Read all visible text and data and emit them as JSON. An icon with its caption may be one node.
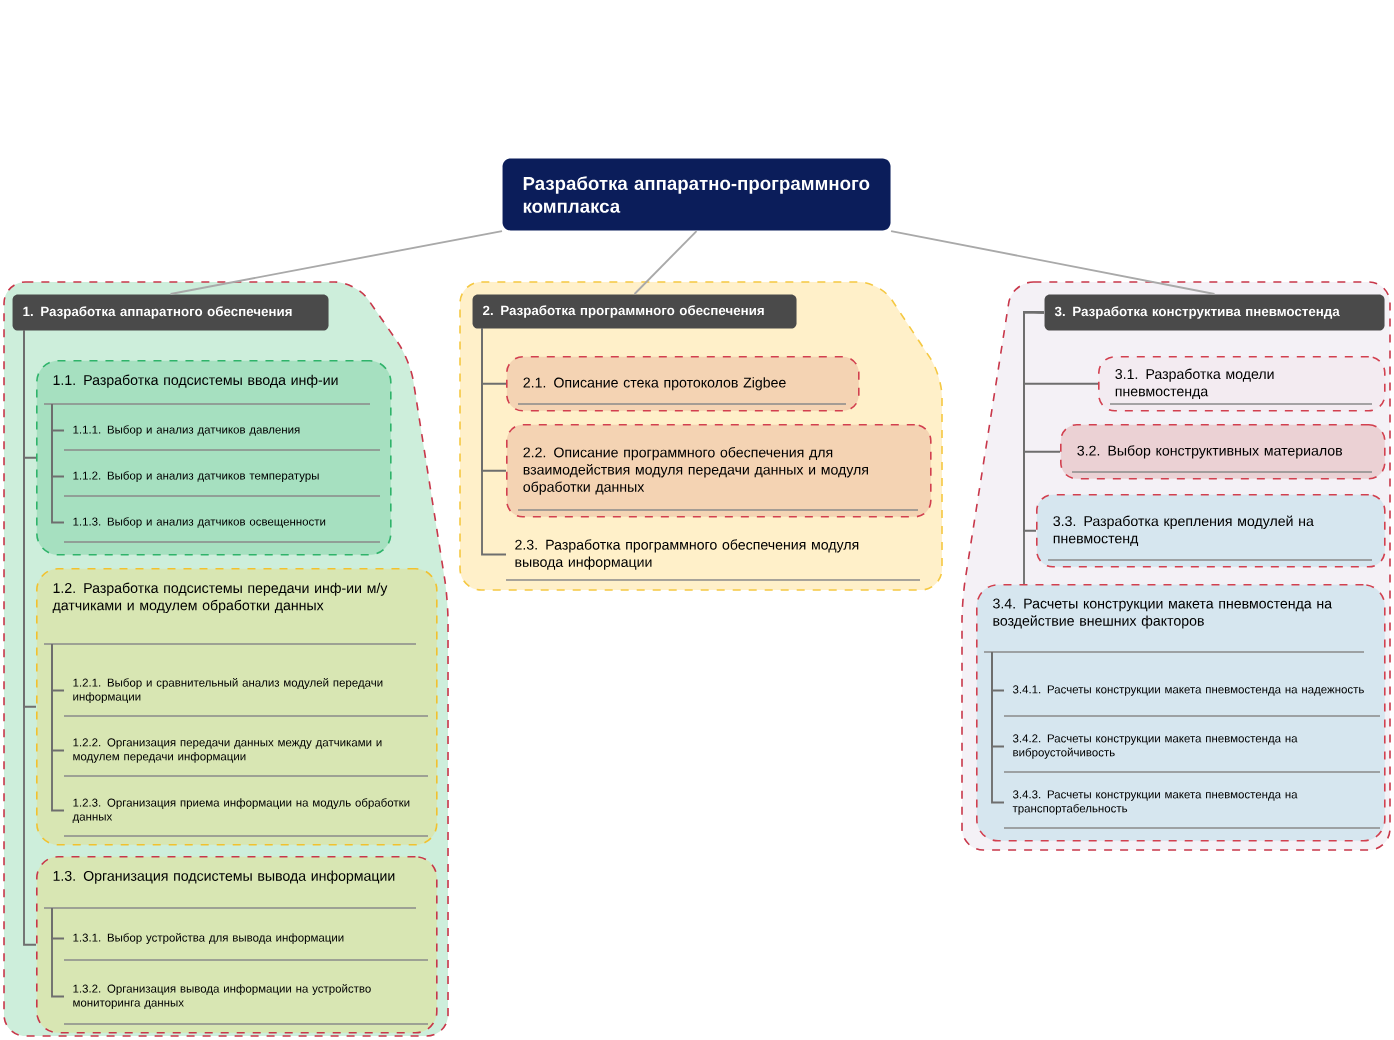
{
  "diagram": {
    "nodes": [
      {
        "text": [
          "Разработка аппаратно-программного комплакса"
        ]
      },
      {
        "text": [],
        "shape": "box"
      },
      {
        "text": [
          "1. Разработка аппаратного обеспечения"
        ],
        "in": 1
      },
      {
        "text": [
          "1.1. Разработка подсистемы ввода инф-ии"
        ],
        "in": 1
      },
      {
        "text": [
          "1.1.1. Выбор и анализ датчиков давления"
        ],
        "in": 3
      },
      {
        "text": [
          "1.1.2. Выбор и анализ датчиков температуры"
        ],
        "in": 3
      },
      {
        "text": [
          "1.1.3. Выбор и анализ датчиков освещенности"
        ],
        "in": 3
      },
      {
        "text": [
          "1.2. Разработка подсистемы передачи инф-ии м/у датчиками и модулем обработки данных"
        ],
        "in": 1
      },
      {
        "text": [
          "1.2.1. Выбор и сравнительный анализ модулей передачи информации"
        ],
        "in": 7
      },
      {
        "text": [
          "1.2.2. Организация передачи данных между датчиками и модулем передачи информации"
        ],
        "in": 7
      },
      {
        "text": [
          "1.2.3. Организация приема информации на модуль обработки данных"
        ],
        "in": 7
      },
      {
        "text": [
          "1.3. Организация подсистемы вывода информации"
        ],
        "in": 1
      },
      {
        "text": [
          "1.3.1. Выбор устройства для вывода информации"
        ],
        "in": 11
      },
      {
        "text": [
          "1.3.2. Организация вывода информации на устройство мониторинга данных"
        ],
        "in": 11
      },
      {
        "text": [],
        "shape": "box"
      },
      {
        "text": [
          "2. Разработка программного обеспечения"
        ],
        "in": 14
      },
      {
        "text": [
          "2.1. Описание стека протоколов Zigbee"
        ],
        "in": 14
      },
      {
        "text": [
          "2.2. Описание программного обеспечения для взаимодействия модуля передачи данных и модуля обработки данных"
        ],
        "in": 14
      },
      {
        "text": [
          "2.3. Разработка программного обеспечения модуля вывода информации"
        ],
        "in": 14
      },
      {
        "text": [],
        "shape": "box"
      },
      {
        "text": [
          "3. Разработка конструктива пневмостенда"
        ],
        "in": 19
      },
      {
        "text": [
          "3.1. Разработка модели пневмостенда"
        ],
        "in": 19
      },
      {
        "text": [
          "3.2. Выбор конструктивных материалов"
        ],
        "in": 19
      },
      {
        "text": [
          "3.3. Разработка крепления модулей на пневмостенд"
        ],
        "in": 19
      },
      {
        "text": [
          "3.4. Расчеты конструкции макета пневмостенда на воздействие внешних факторов"
        ],
        "in": 19
      },
      {
        "text": [
          "3.4.1. Расчеты конструкции макета пневмостенда на надежность"
        ],
        "in": 24
      },
      {
        "text": [
          "3.4.2. Расчеты конструкции макета пневмостенда на виброустойчивость"
        ],
        "in": 24
      },
      {
        "text": [
          "3.4.3. Расчеты конструкции макета пневмостенда на транспортабельность"
        ],
        "in": 24
      }
    ],
    "edges": [
      {
        "from": 0,
        "to": 2,
        "arrow": "none",
        "color": "#a9a9a9"
      },
      {
        "from": 0,
        "to": 15,
        "arrow": "none",
        "color": "#a9a9a9"
      },
      {
        "from": 0,
        "to": 20,
        "arrow": "none",
        "color": "#a9a9a9"
      },
      {
        "from": 2,
        "to": 3,
        "arrow": "none"
      },
      {
        "from": 2,
        "to": 7,
        "arrow": "none"
      },
      {
        "from": 2,
        "to": 11,
        "arrow": "none"
      },
      {
        "from": 3,
        "to": 4,
        "arrow": "none"
      },
      {
        "from": 3,
        "to": 5,
        "arrow": "none"
      },
      {
        "from": 3,
        "to": 6,
        "arrow": "none"
      },
      {
        "from": 7,
        "to": 8,
        "arrow": "none"
      },
      {
        "from": 7,
        "to": 9,
        "arrow": "none"
      },
      {
        "from": 7,
        "to": 10,
        "arrow": "none"
      },
      {
        "from": 11,
        "to": 12,
        "arrow": "none"
      },
      {
        "from": 11,
        "to": 13,
        "arrow": "none"
      },
      {
        "from": 15,
        "to": 16,
        "arrow": "none"
      },
      {
        "from": 15,
        "to": 17,
        "arrow": "none"
      },
      {
        "from": 15,
        "to": 18,
        "arrow": "none"
      },
      {
        "from": 20,
        "to": 21,
        "arrow": "none"
      },
      {
        "from": 20,
        "to": 22,
        "arrow": "none"
      },
      {
        "from": 20,
        "to": 23,
        "arrow": "none"
      },
      {
        "from": 20,
        "to": 24,
        "arrow": "none"
      },
      {
        "from": 24,
        "to": 25,
        "arrow": "none"
      },
      {
        "from": 24,
        "to": 26,
        "arrow": "none"
      },
      {
        "from": 24,
        "to": 27,
        "arrow": "none"
      }
    ]
  }
}
